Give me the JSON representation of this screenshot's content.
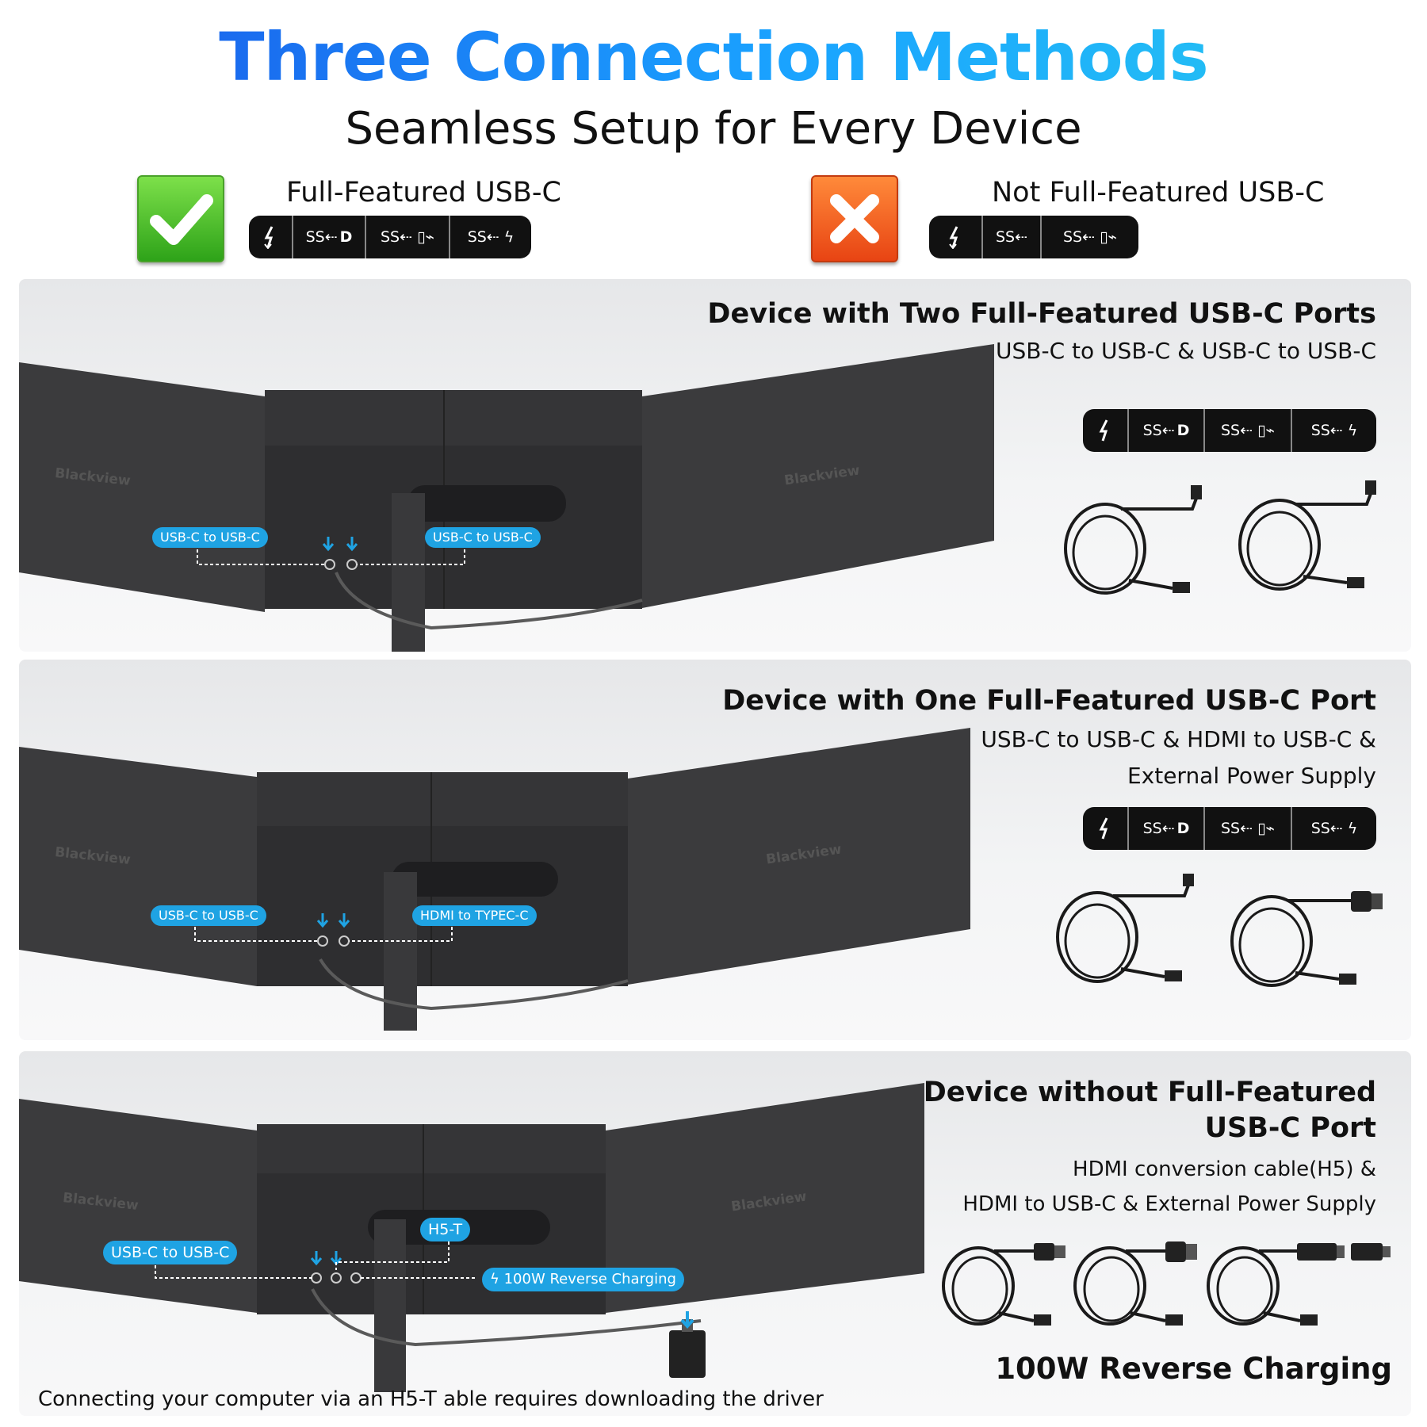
{
  "header": {
    "title": "Three Connection Methods",
    "subtitle": "Seamless Setup for Every Device"
  },
  "legend": {
    "full": {
      "label": "Full-Featured USB-C",
      "icon": "check-icon",
      "color": "#3fb522",
      "ports": [
        "thunderbolt",
        "SS DP",
        "SS power",
        "SS charge"
      ]
    },
    "not_full": {
      "label": "Not Full-Featured USB-C",
      "icon": "cross-icon",
      "color": "#f05a1e",
      "ports": [
        "thunderbolt",
        "SS",
        "SS power"
      ]
    }
  },
  "sections": [
    {
      "title": "Device with Two Full-Featured USB-C Ports",
      "subtitle_lines": [
        "USB-C to USB-C & USB-C to USB-C"
      ],
      "callouts": [
        "USB-C to USB-C",
        "USB-C to USB-C"
      ],
      "brand": "Blackview"
    },
    {
      "title": "Device with One Full-Featured USB-C Port",
      "subtitle_lines": [
        "USB-C to USB-C & HDMI to USB-C &",
        "External Power Supply"
      ],
      "callouts": [
        "USB-C to USB-C",
        "HDMI to TYPEC-C"
      ],
      "brand": "Blackview"
    },
    {
      "title_lines": [
        "Device without Full-Featured",
        "USB-C Port"
      ],
      "subtitle_lines": [
        "HDMI conversion cable(H5) &",
        "HDMI to USB-C & External Power Supply"
      ],
      "callouts": [
        "USB-C to USB-C",
        "H5-T",
        "100W Reverse Charging"
      ],
      "brand": "Blackview",
      "charging_label": "100W Reverse Charging",
      "footnote": "Connecting your computer via an H5-T able requires downloading the driver"
    }
  ],
  "colors": {
    "accent_blue": "#1a6ef0",
    "callout_blue": "#1fa3e3",
    "monitor": "#3a3a3c"
  }
}
